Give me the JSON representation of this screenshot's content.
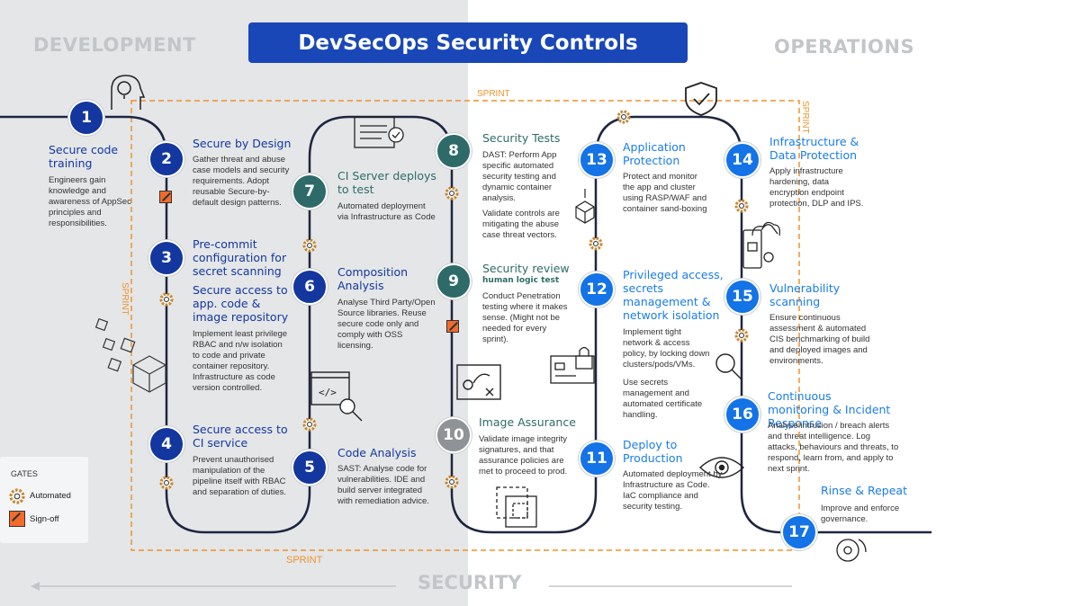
{
  "title": "DevSecOps Security Controls",
  "zones": {
    "development": "DEVELOPMENT",
    "operations": "OPERATIONS",
    "security": "SECURITY"
  },
  "sprint_label": "SPRINT",
  "colors": {
    "development_band": "#e4e6e8",
    "title_bar": "#1947b8",
    "navy": "#13379e",
    "teal": "#2e6b68",
    "grey": "#8f9296",
    "blue": "#1473e6",
    "sprint_line": "#f0922a"
  },
  "steps": [
    {
      "n": "1",
      "title": "Secure code training",
      "desc": "Engineers gain knowledge and awareness of AppSec principles and responsibilities."
    },
    {
      "n": "2",
      "title": "Secure by Design",
      "desc": "Gather threat and abuse case models and security requirements. Adopt reusable Secure-by-default design patterns."
    },
    {
      "n": "3",
      "title": "Pre-commit configuration for secret scanning",
      "title2": "Secure access to app. code & image repository",
      "desc": "Implement least privilege RBAC and n/w isolation to code and private container repository. Infrastructure as code version controlled."
    },
    {
      "n": "4",
      "title": "Secure access to CI service",
      "desc": "Prevent unauthorised manipulation of the pipeline itself with RBAC and separation of duties."
    },
    {
      "n": "5",
      "title": "Code Analysis",
      "desc": "SAST: Analyse code for vulnerabilities. IDE and build server integrated with remediation advice."
    },
    {
      "n": "6",
      "title": "Composition Analysis",
      "desc": "Analyse Third Party/Open Source libraries. Reuse secure code only and comply with OSS licensing."
    },
    {
      "n": "7",
      "title": "CI Server deploys to test",
      "desc": "Automated deployment via Infrastructure as Code"
    },
    {
      "n": "8",
      "title": "Security Tests",
      "desc": "DAST: Perform App specific automated security testing and dynamic container analysis.",
      "desc2": "Validate controls are mitigating the abuse case threat vectors."
    },
    {
      "n": "9",
      "title": "Security review",
      "subtitle": "human logic test",
      "desc": "Conduct Penetration testing where it makes sense. (Might not be needed for every sprint)."
    },
    {
      "n": "10",
      "title": "Image Assurance",
      "desc": "Validate image integrity signatures, and that assurance policies are met to proceed to prod."
    },
    {
      "n": "11",
      "title": "Deploy to Production",
      "desc": "Automated deployment by Infrastructure as Code. IaC compliance and security testing."
    },
    {
      "n": "12",
      "title": "Privileged access, secrets management & network isolation",
      "desc": "Implement tight network & access policy, by locking down clusters/pods/VMs.",
      "desc2": "Use secrets management and automated certificate handling."
    },
    {
      "n": "13",
      "title": "Application Protection",
      "desc": "Protect and monitor the app and cluster using RASP/WAF and container sand-boxing"
    },
    {
      "n": "14",
      "title": "Infrastructure & Data Protection",
      "desc": "Apply infrastructure hardening, data encryption endpoint protection, DLP and IPS."
    },
    {
      "n": "15",
      "title": "Vulnerability scanning",
      "desc": "Ensure continuous assessment & automated CIS benchmarking of build and deployed images and environments."
    },
    {
      "n": "16",
      "title": "Continuous monitoring & Incident Response",
      "desc": "Analyse intrusion / breach alerts and threat intelligence. Log attacks, behaviours and threats, to respond, learn from, and apply to next sprint."
    },
    {
      "n": "17",
      "title": "Rinse & Repeat",
      "desc": "Improve and enforce governance."
    }
  ],
  "legend": {
    "title": "GATES",
    "automated": "Automated",
    "signoff": "Sign-off"
  },
  "icons": [
    "lightbulb-head-icon",
    "shield-check-icon",
    "checklist-window-icon",
    "code-search-icon",
    "cubes-icon",
    "strategy-board-icon",
    "credit-card-lock-icon",
    "magnifier-icon",
    "eye-icon",
    "phone-gears-icon",
    "cloud-gear-icon",
    "container-image-icon",
    "bug-gear-icon"
  ]
}
